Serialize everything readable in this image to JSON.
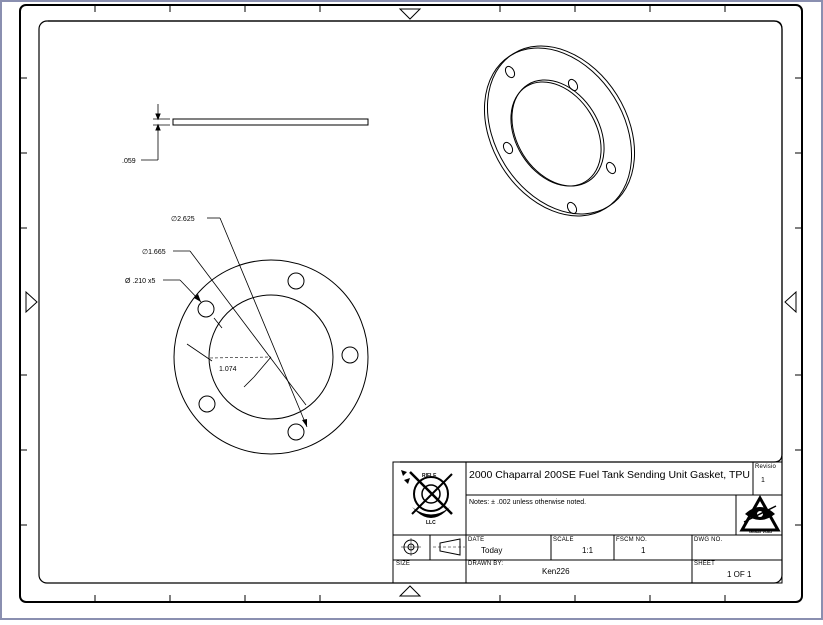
{
  "drawing": {
    "thickness_dim": ".059",
    "outer_diameter_dim": "∅2.625",
    "inner_diameter_dim": "∅1.665",
    "hole_dim": "Ø .210 x5",
    "bolt_radius_dim": "1.074"
  },
  "title_block": {
    "title": "2000 Chaparral 200SE Fuel Tank Sending Unit Gasket, TPU",
    "revision_label": "Revisio",
    "revision_value": "1",
    "notes": "Notes: ± .002 unless otherwise noted.",
    "date_label": "DATE",
    "date_value": "Today",
    "scale_label": "SCALE",
    "scale_value": "1:1",
    "fscm_label": "FSCM NO.",
    "fscm_value": "1",
    "dwg_label": "DWG NO.",
    "dwg_value": "",
    "size_label": "SIZE",
    "drawn_by_label": "DRAWN BY:",
    "drawn_by_value": "Ken226",
    "sheet_label": "SHEET",
    "sheet_value": "1 OF 1",
    "logo_text": [
      "RIFLE",
      "LLC"
    ],
    "brand_text": "Geaux VOID"
  }
}
